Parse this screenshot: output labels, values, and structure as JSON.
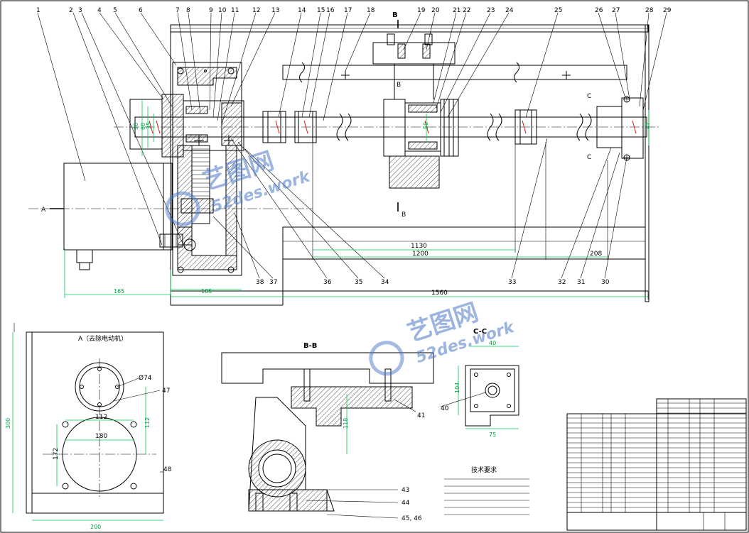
{
  "part_numbers_top": [
    "1",
    "2",
    "3",
    "4",
    "5",
    "6",
    "7",
    "8",
    "9",
    "10",
    "11",
    "12",
    "13",
    "14",
    "15",
    "16",
    "17",
    "18",
    "19",
    "20",
    "21",
    "22",
    "23",
    "24",
    "25",
    "26",
    "27",
    "28",
    "29"
  ],
  "part_numbers_bottom": [
    "38",
    "37",
    "36",
    "35",
    "34",
    "33",
    "32",
    "31",
    "30"
  ],
  "section_marks": {
    "B": "B",
    "C": "C",
    "A": "A"
  },
  "dimensions": {
    "d90": "90",
    "d60": "60",
    "d35": "35",
    "d50": "50",
    "d47": "47",
    "len1130": "1130",
    "len1200": "1200",
    "len1560": "1560",
    "len208": "208",
    "len185": "185",
    "len165": "165",
    "view_a_300": "300",
    "view_a_200": "200",
    "view_a_112": "112",
    "view_a_112b": "112",
    "view_a_172": "172",
    "view_a_180": "180",
    "view_a_phi74": "Ø74",
    "bb_118": "118",
    "cc_40": "40",
    "cc_104": "104",
    "cc_75": "75"
  },
  "views": {
    "view_a_title": "A（去除电动机）",
    "view_bb_title": "B-B",
    "view_cc_title": "C-C"
  },
  "view_labels": {
    "l47": "47",
    "l48": "48",
    "l43": "43",
    "l44": "44",
    "l4546": "45, 46",
    "l41": "41",
    "l40": "40"
  },
  "tech_req_title": "技术要求",
  "watermark": {
    "cn": "艺图网",
    "en": "52des.work",
    "color": "#4a78c8"
  }
}
